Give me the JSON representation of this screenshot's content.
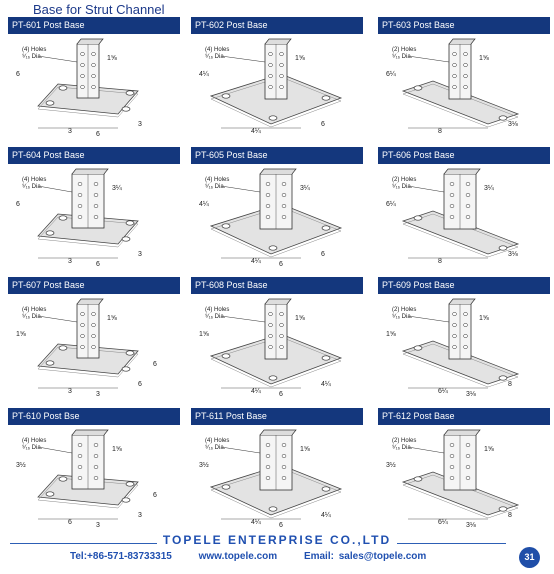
{
  "page": {
    "title": "Base for Strut Channel",
    "page_number": "31"
  },
  "products": [
    {
      "name": "PT-601 Post Base",
      "holes": "(4) Holes\n⁹⁄₁₆ Dia.",
      "dims": [
        "1⅝",
        "6",
        "3",
        "3",
        "6"
      ]
    },
    {
      "name": "PT-602 Post Base",
      "holes": "(4) Holes\n⁹⁄₁₆ Dia.",
      "dims": [
        "1⅝",
        "4¼",
        "4¼",
        "6"
      ]
    },
    {
      "name": "PT-603 Post Base",
      "holes": "(2) Holes\n⁹⁄₁₆ Dia.",
      "dims": [
        "1⅝",
        "6¼",
        "8",
        "3⅛"
      ]
    },
    {
      "name": "PT-604 Post Base",
      "holes": "(4) Holes\n⁹⁄₁₆ Dia.",
      "dims": [
        "3¼",
        "6",
        "3",
        "3",
        "6"
      ]
    },
    {
      "name": "PT-605 Post Base",
      "holes": "(4) Holes\n⁹⁄₁₆ Dia.",
      "dims": [
        "3¼",
        "4¼",
        "4¼",
        "6",
        "6"
      ]
    },
    {
      "name": "PT-606 Post Base",
      "holes": "(2) Holes\n⁹⁄₁₆ Dia.",
      "dims": [
        "3¼",
        "6¼",
        "8",
        "3⅛"
      ]
    },
    {
      "name": "PT-607 Post Base",
      "holes": "(4) Holes\n⁹⁄₁₆ Dia.",
      "dims": [
        "1⅝",
        "1⅝",
        "3",
        "6",
        "3",
        "6"
      ]
    },
    {
      "name": "PT-608 Post Base",
      "holes": "(4) Holes\n⁹⁄₁₆ Dia.",
      "dims": [
        "1⅝",
        "1⅝",
        "4¼",
        "4¼",
        "6"
      ]
    },
    {
      "name": "PT-609 Post Base",
      "holes": "(2) Holes\n⁹⁄₁₆ Dia.",
      "dims": [
        "1⅝",
        "1⅝",
        "6¼",
        "8",
        "3⅛"
      ]
    },
    {
      "name": "PT-610 Post Bse",
      "holes": "(4) Holes\n⁹⁄₁₆ Dia.",
      "dims": [
        "1⅝",
        "3½",
        "6",
        "3",
        "3",
        "6"
      ]
    },
    {
      "name": "PT-611 Post Base",
      "holes": "(4) Holes\n⁹⁄₁₆ Dia.",
      "dims": [
        "1⅝",
        "3½",
        "4¼",
        "4¼",
        "6"
      ]
    },
    {
      "name": "PT-612 Post Base",
      "holes": "(2) Holes\n⁹⁄₁₆ Dia.",
      "dims": [
        "1⅝",
        "3½",
        "6¼",
        "8",
        "3⅛"
      ]
    }
  ],
  "footer": {
    "company": "TOPELE ENTERPRISE CO.,LTD",
    "tel": "Tel:+86-571-83733315",
    "web": "www.topele.com",
    "email": "Email: sales@topele.com"
  },
  "colors": {
    "header_bg": "#14377d",
    "accent": "#2050b0"
  }
}
